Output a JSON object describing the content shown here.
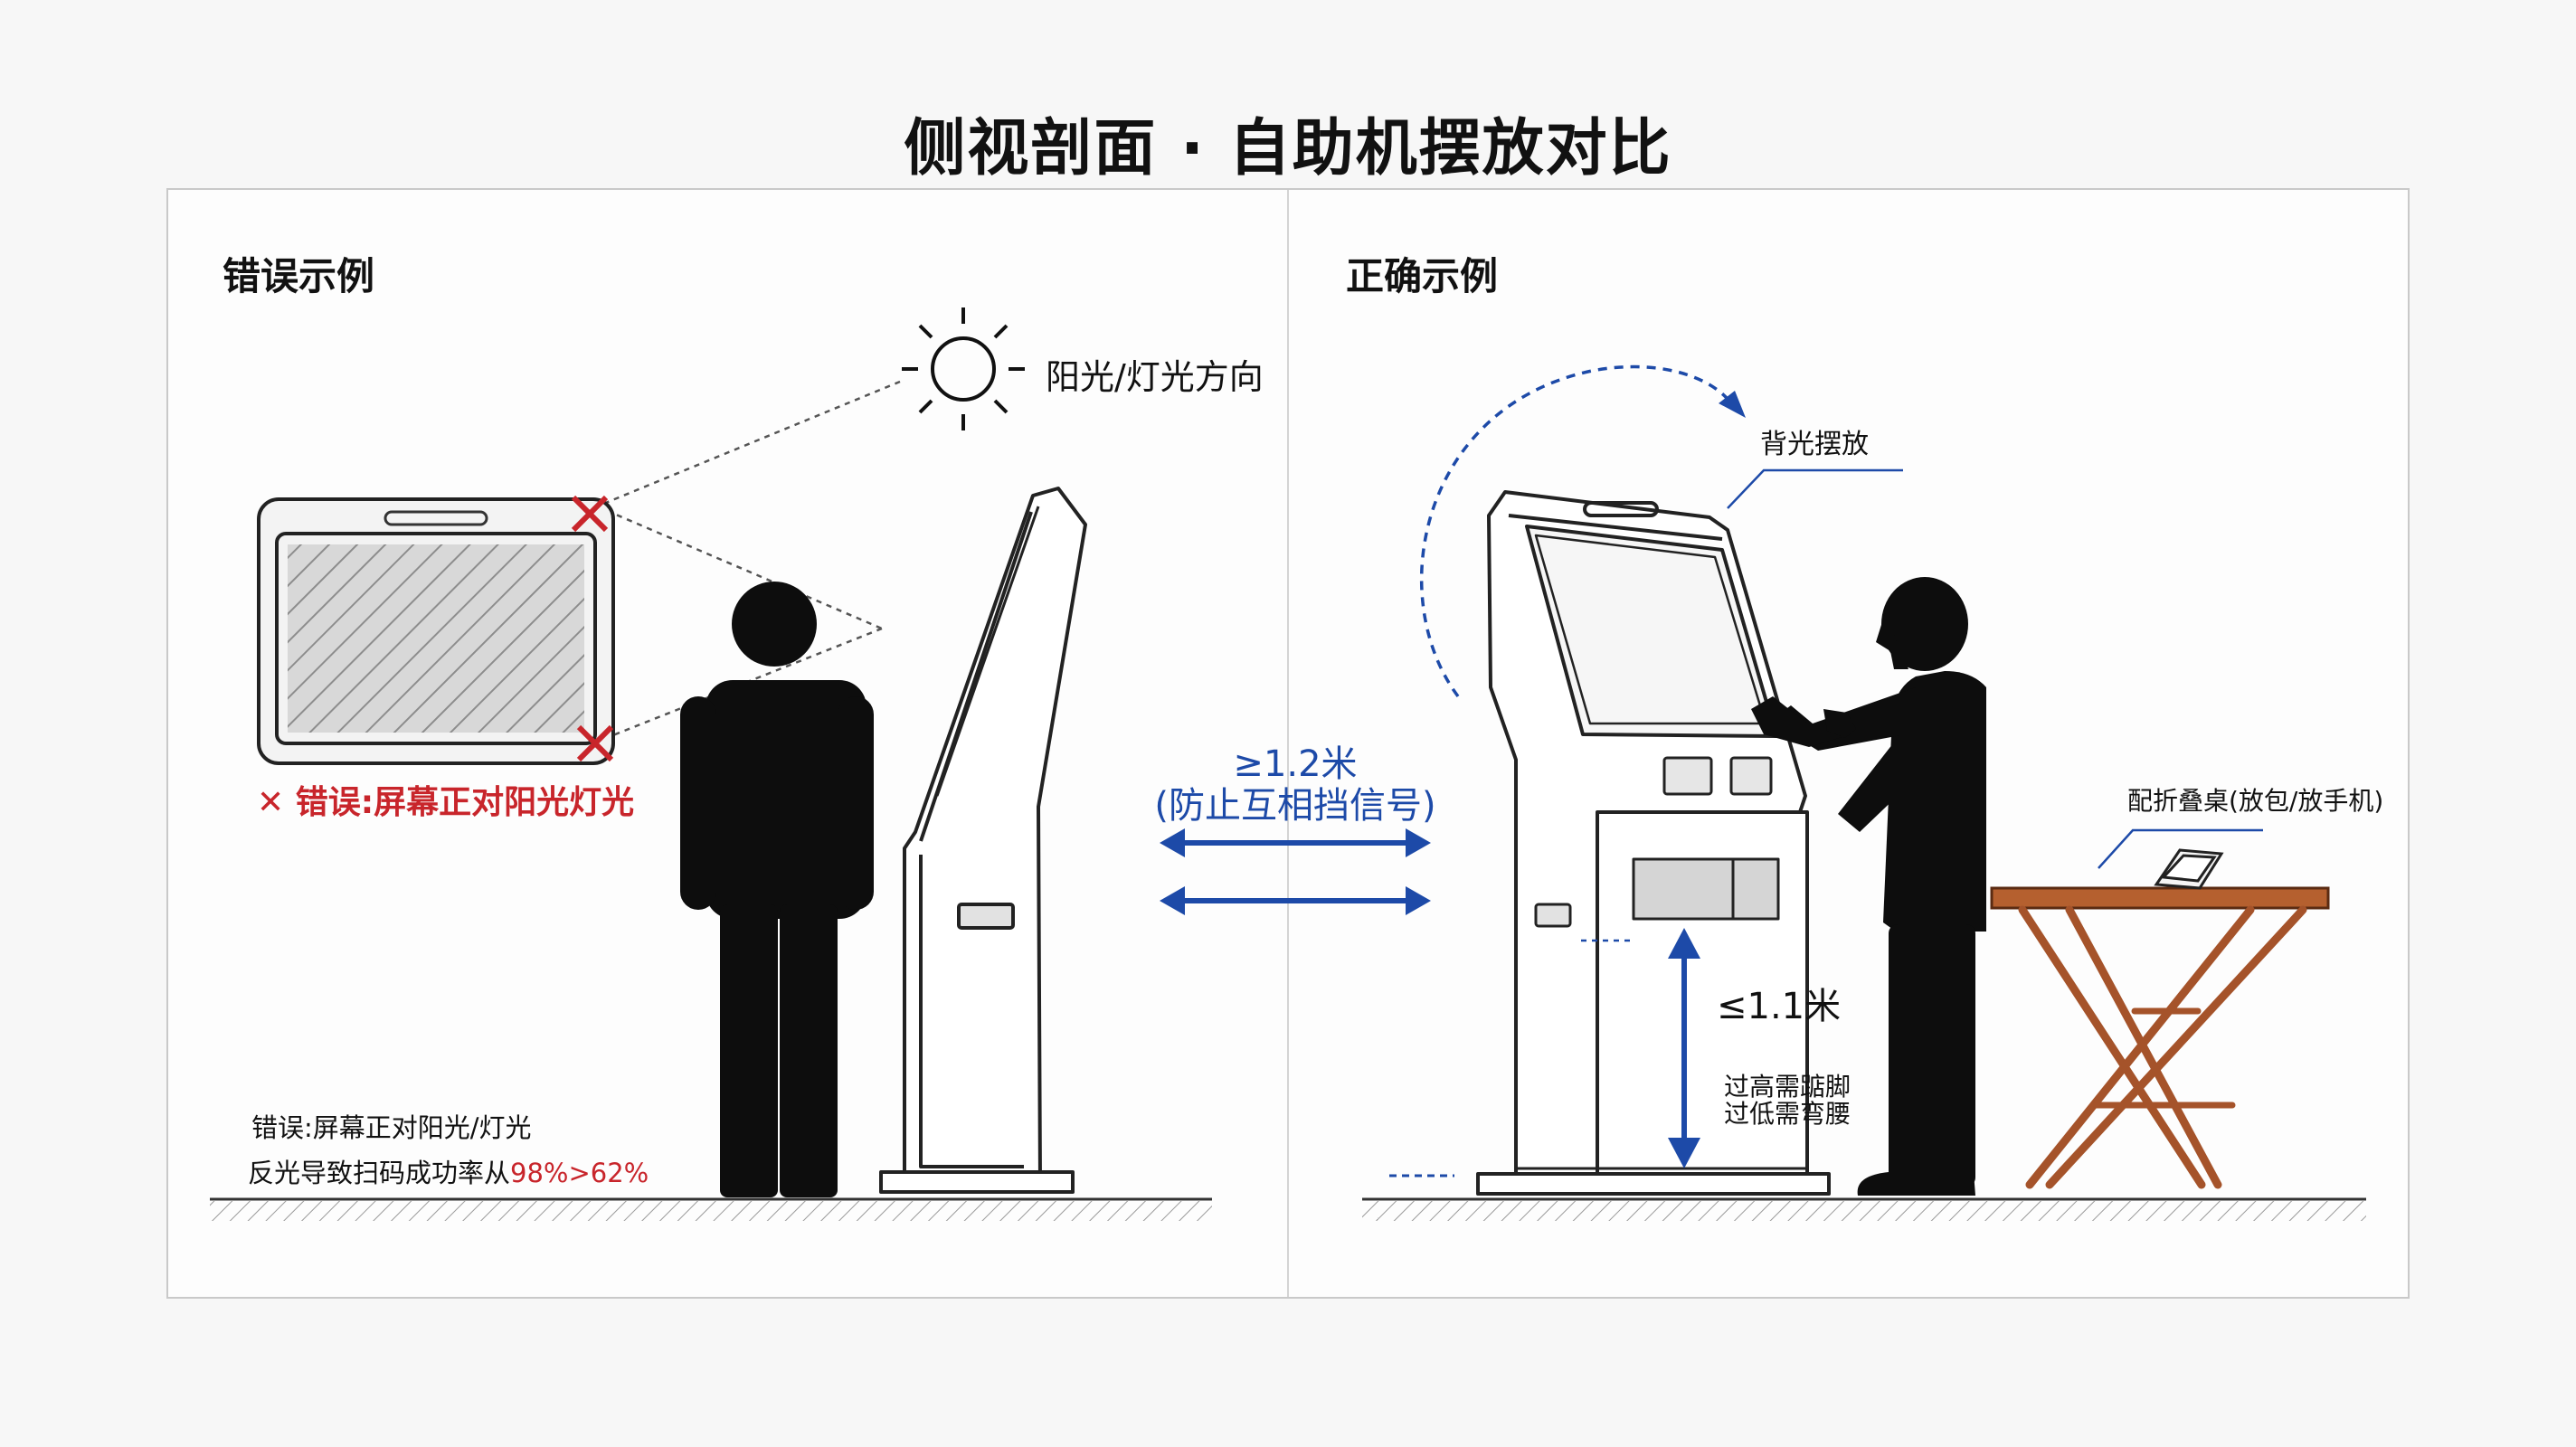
{
  "title": "侧视剖面 · 自助机摆放对比",
  "left_panel": {
    "heading": "错误示例",
    "sun_label": "阳光/灯光方向",
    "error_label_mark": "✕",
    "error_label": "错误:屏幕正对阳光灯光",
    "note_line1": "错误:屏幕正对阳光/灯光",
    "note_line2_prefix": "反光导致扫码成功率从",
    "note_line2_value": "98%>62%"
  },
  "middle": {
    "distance": "≥1.2米",
    "distance_note": "(防止互相挡信号)"
  },
  "right_panel": {
    "heading": "正确示例",
    "backlight_label": "背光摆放",
    "height_label": "≤1.1米",
    "height_note_line1": "过高需踮脚",
    "height_note_line2": "过低需弯腰",
    "table_label": "配折叠桌(放包/放手机)"
  },
  "colors": {
    "accent_blue": "#1d4aa8",
    "error_red": "#c8252b",
    "table_brown": "#a5532a",
    "figure_black": "#0d0d0d"
  }
}
